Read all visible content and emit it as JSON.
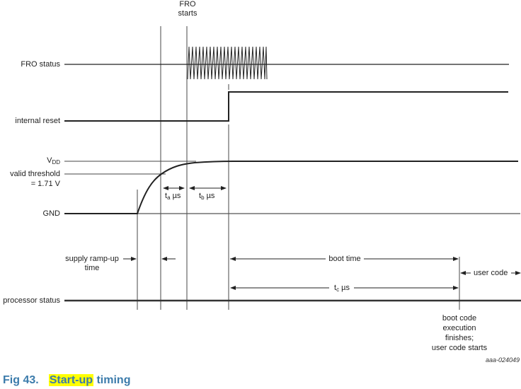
{
  "figure": {
    "number_label": "Fig 43.",
    "title_highlight": "Start-up",
    "title_rest": "timing",
    "id_code": "aaa-024049",
    "caption_color": "#3b7bab",
    "highlight_color": "#ffff00"
  },
  "signals": {
    "fro_status": "FRO status",
    "internal_reset": "internal reset",
    "vdd_main": "V",
    "vdd_sub": "DD",
    "threshold_line1": "valid threshold",
    "threshold_line2": "= 1.71 V",
    "gnd": "GND",
    "processor_status": "processor status"
  },
  "annotations": {
    "fro_starts_1": "FRO",
    "fro_starts_2": "starts",
    "ta_main": "t",
    "ta_sub": "a",
    "ta_unit": " µs",
    "tb_main": "t",
    "tb_sub": "b",
    "tb_unit": " µs",
    "tc_main": "t",
    "tc_sub": "c",
    "tc_unit": " µs",
    "supply_ramp_1": "supply ramp-up",
    "supply_ramp_2": "time",
    "boot_time": "boot time",
    "user_code": "user code",
    "boot_end_1": "boot code",
    "boot_end_2": "execution",
    "boot_end_3": "finishes;",
    "boot_end_4": "user code starts"
  }
}
